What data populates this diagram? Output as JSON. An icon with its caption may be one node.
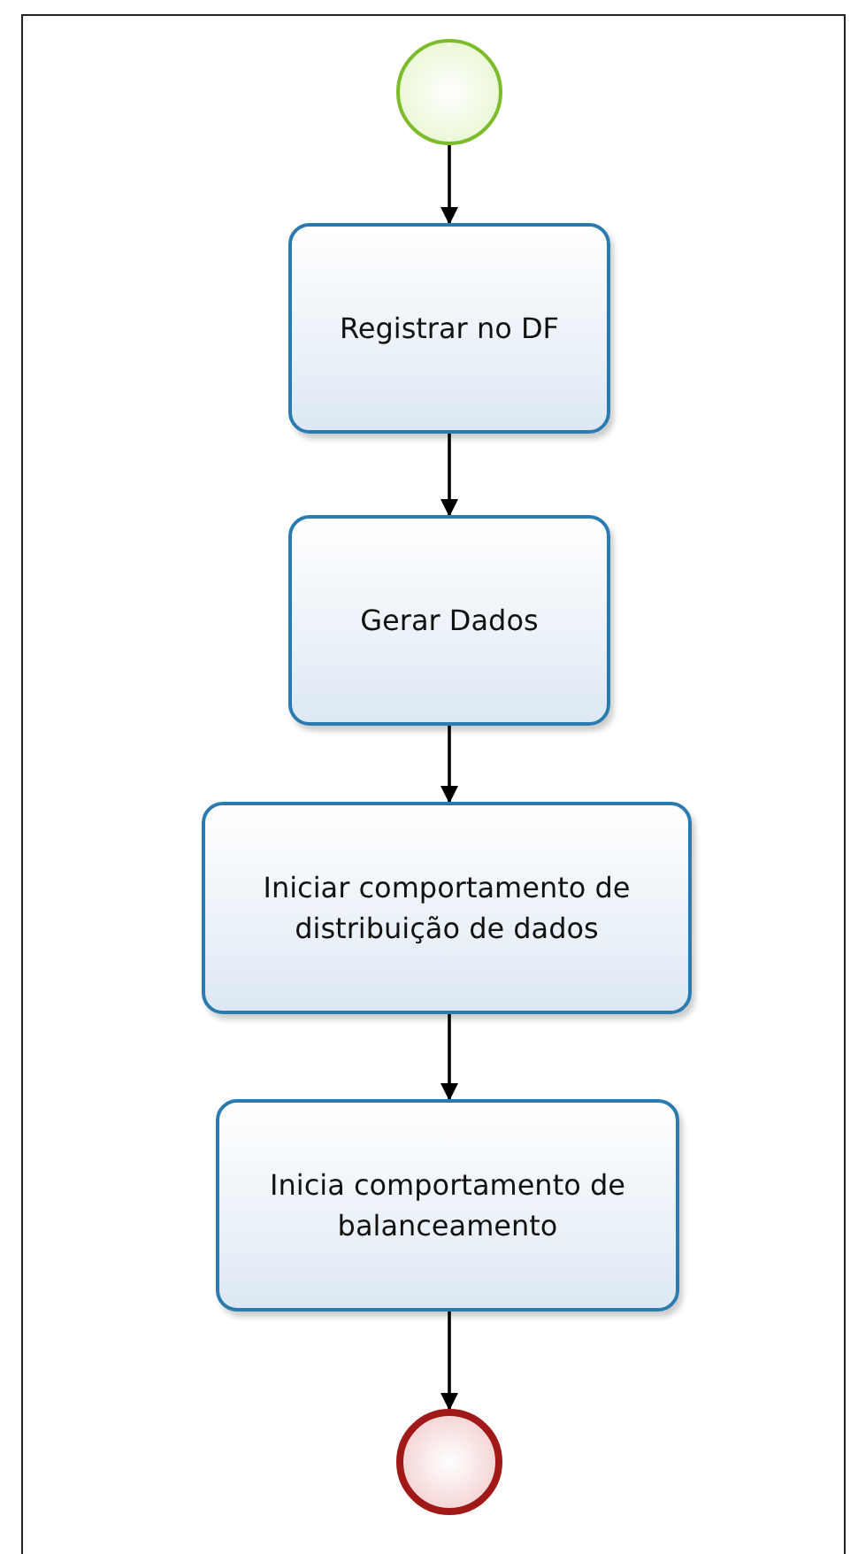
{
  "diagram": {
    "nodes": [
      {
        "text": [],
        "shape": "circle"
      },
      {
        "text": [
          "Registrar no DF"
        ]
      },
      {
        "text": [
          "Gerar Dados"
        ]
      },
      {
        "text": [
          "Iniciar comportamento de distribuição de dados"
        ]
      },
      {
        "text": [
          "Inicia comportamento de balanceamento"
        ]
      },
      {
        "text": [],
        "shape": "circle"
      }
    ],
    "edges": [
      {
        "from": 0,
        "to": 1,
        "arrow": "to"
      },
      {
        "from": 1,
        "to": 2,
        "arrow": "to"
      },
      {
        "from": 2,
        "to": 3,
        "arrow": "to"
      },
      {
        "from": 3,
        "to": 4,
        "arrow": "to"
      },
      {
        "from": 4,
        "to": 5,
        "arrow": "to"
      }
    ]
  }
}
